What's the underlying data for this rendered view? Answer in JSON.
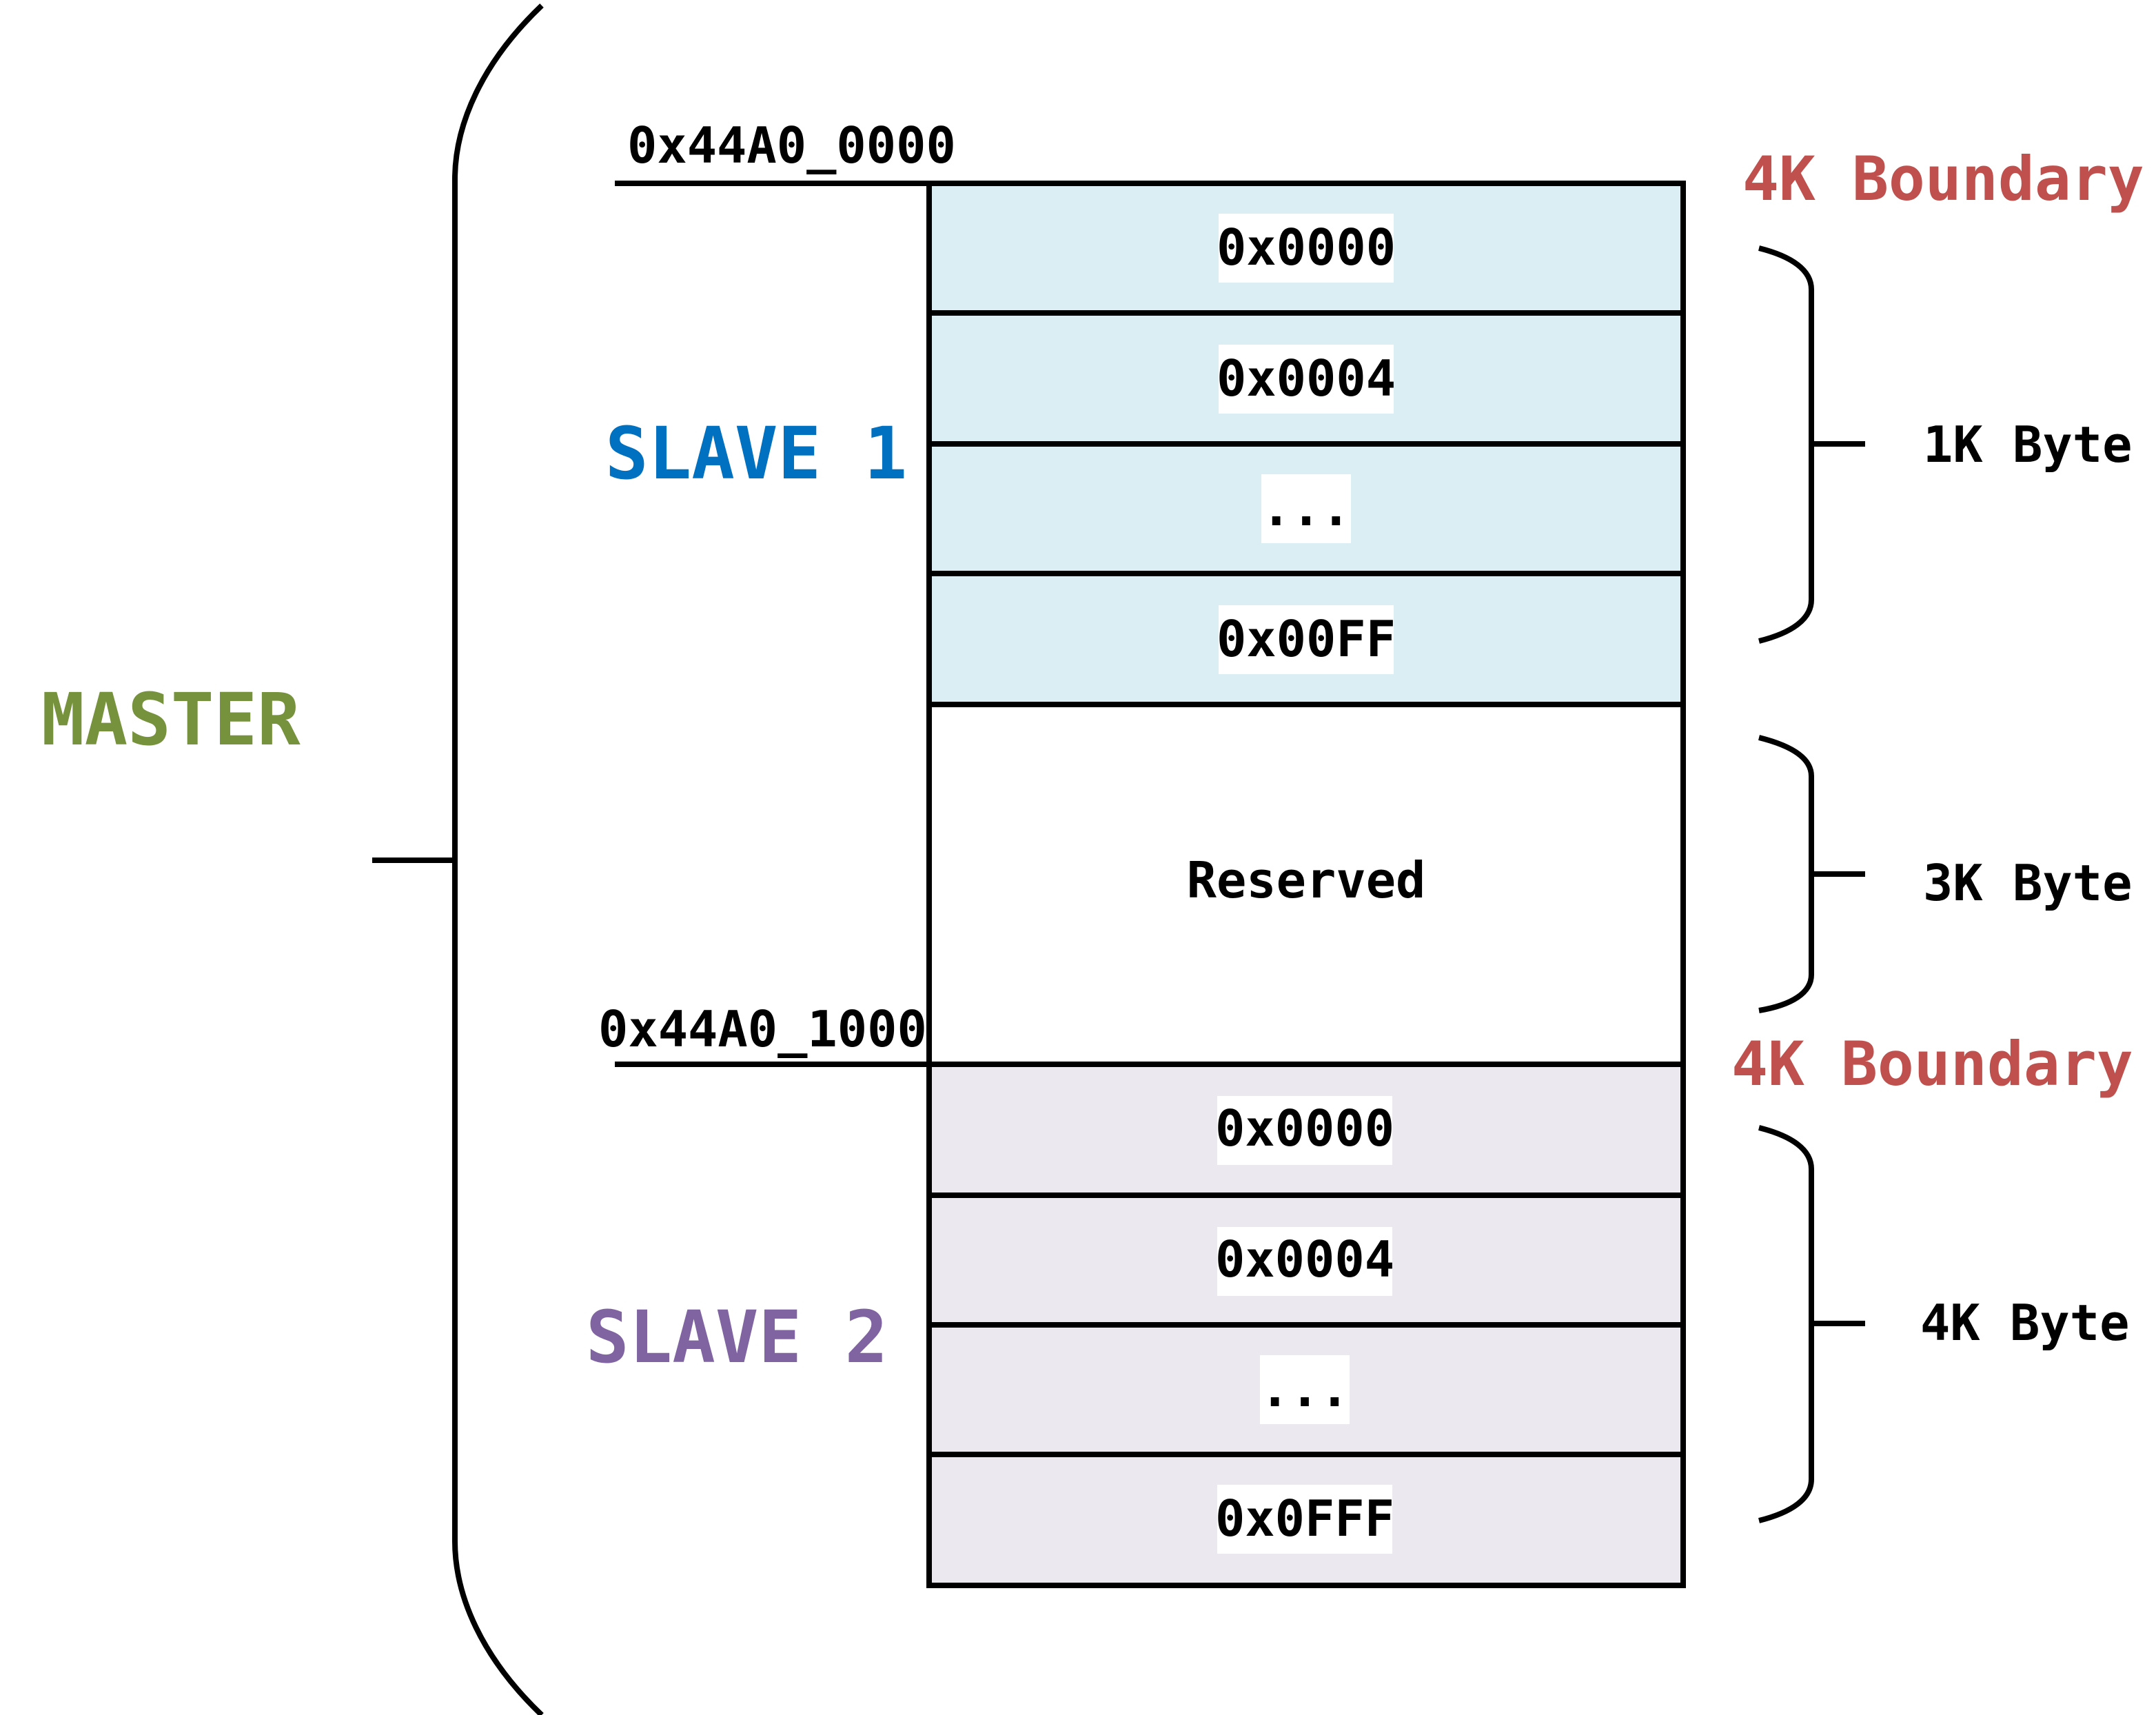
{
  "master": {
    "label": "MASTER",
    "color": "#76923c"
  },
  "boundary_color": "#c0504d",
  "slave1": {
    "label": "SLAVE 1",
    "color": "#0070c0",
    "base_address": "0x44A0_0000",
    "boundary_label": "4K Boundary",
    "fill": "#daeef3",
    "rows": [
      "0x0000",
      "0x0004",
      "...",
      "0x00FF"
    ],
    "size_label": "1K Byte"
  },
  "reserved": {
    "label": "Reserved",
    "size_label": "3K Byte"
  },
  "slave2": {
    "label": "SLAVE 2",
    "color": "#8064a2",
    "base_address": "0x44A0_1000",
    "boundary_label": "4K Boundary",
    "fill": "#ebe8f0",
    "rows": [
      "0x0000",
      "0x0004",
      "...",
      "0x0FFF"
    ],
    "size_label": "4K Byte"
  }
}
